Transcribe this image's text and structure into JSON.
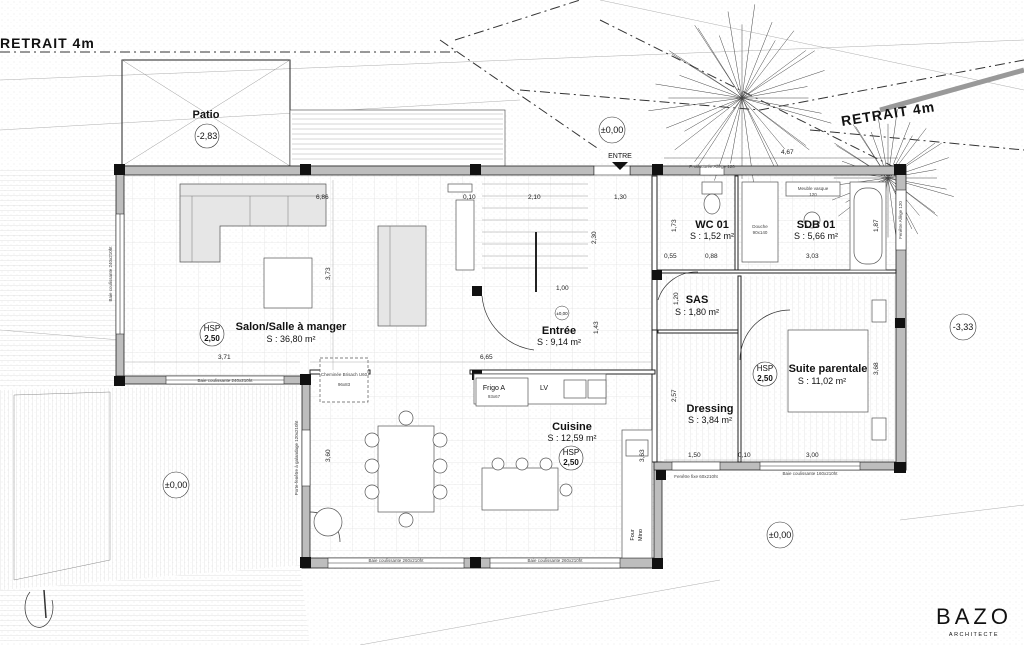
{
  "setbacks": {
    "top_left": "RETRAIT 4m",
    "top_right": "RETRAIT 4m"
  },
  "rooms": [
    {
      "id": "patio",
      "name": "Patio",
      "level": "-2,83"
    },
    {
      "id": "salon",
      "name": "Salon/Salle à manger",
      "area": "S : 36,80 m²",
      "hsp_label": "HSP",
      "hsp_value": "2,50"
    },
    {
      "id": "entree",
      "name": "Entrée",
      "area": "S : 9,14 m²"
    },
    {
      "id": "cuisine",
      "name": "Cuisine",
      "area": "S : 12,59 m²",
      "hsp_label": "HSP",
      "hsp_value": "2,50"
    },
    {
      "id": "wc",
      "name": "WC 01",
      "area": "S : 1,52 m²"
    },
    {
      "id": "sdb",
      "name": "SDB 01",
      "area": "S : 5,66 m²"
    },
    {
      "id": "sas",
      "name": "SAS",
      "area": "S : 1,80 m²"
    },
    {
      "id": "dressing",
      "name": "Dressing",
      "area": "S : 3,84 m²"
    },
    {
      "id": "suite",
      "name": "Suite parentale",
      "area": "S : 11,02 m²",
      "hsp_label": "HSP",
      "hsp_value": "2,50"
    }
  ],
  "levels": {
    "entrance": "±0,00",
    "east": "-3,33",
    "garden_left": "±0,00",
    "garden_right": "±0,00",
    "stair": "±0,00"
  },
  "labels": {
    "entry": "ENTRE",
    "fridge": "Frigo A",
    "fridge_size": "93x67",
    "dishwasher": "LV",
    "oven": "Four",
    "microwave": "Mino",
    "fireplace": "Cheminée Brisach U60",
    "fireplace_size": "96x83",
    "window_salon_left": "Baie coulissante 240x210ht",
    "window_salon_bottom": "Baie coulissante 240x210ht",
    "window_dining": "Porte-fenêtre à galandage 120x210ht",
    "window_cuisine_1": "Baie coulissante 260x210ht",
    "window_cuisine_2": "Baie coulissante 260x210ht",
    "window_dressing": "Fenêtre fixe 60x210ht",
    "window_suite": "Baie coulissante 160x210ht",
    "window_wc": "F. obscurée Allège 120",
    "window_sdb": "Fenêtre Allège 120",
    "shower": "Douche",
    "shower_size": "90x140",
    "vanity": "Meuble vasque",
    "vanity_size": "120",
    "window_bath": "Fenêtre Allège 120"
  },
  "dimensions": {
    "d686": "6,86",
    "d010": "0,10",
    "d210": "2,10",
    "d130": "1,30",
    "d467": "4,67",
    "d173": "1,73",
    "d187": "1,87",
    "d373": "3,73",
    "d230": "2,30",
    "d100": "1,00",
    "d055": "0,55",
    "d088": "0,88",
    "d303": "3,03",
    "d120": "1,20",
    "d143": "1,43",
    "d371": "3,71",
    "d665": "6,65",
    "d257": "2,57",
    "d368": "3,68",
    "d360": "3,60",
    "d363": "3,63",
    "d150": "1,50",
    "d010b": "0,10",
    "d300": "3,00"
  },
  "brand": {
    "name": "BAZO",
    "sub": "ARCHITECTE"
  }
}
